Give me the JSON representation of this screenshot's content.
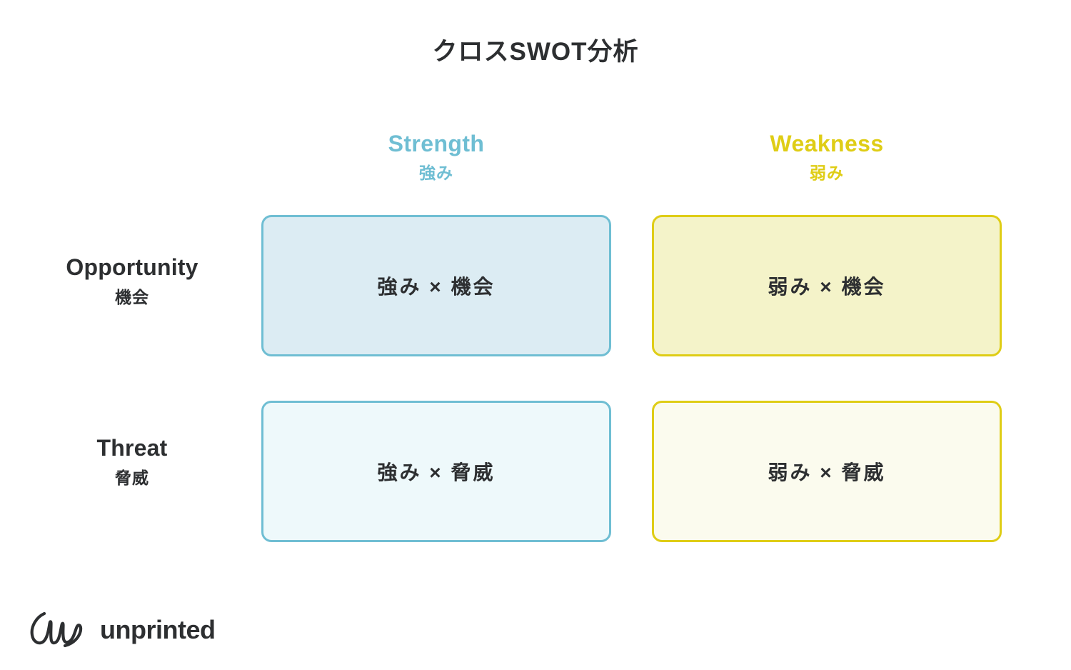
{
  "title": "クロスSWOT分析",
  "columns": [
    {
      "key": "strength",
      "en": "Strength",
      "ja": "強み",
      "color": "#6fbed3"
    },
    {
      "key": "weakness",
      "en": "Weakness",
      "ja": "弱み",
      "color": "#dfcd16"
    }
  ],
  "rows": [
    {
      "key": "opportunity",
      "en": "Opportunity",
      "ja": "機会"
    },
    {
      "key": "threat",
      "en": "Threat",
      "ja": "脅威"
    }
  ],
  "cells": {
    "so": {
      "text": "強み × 機会",
      "fill": "#dcecf3",
      "border": "#6fbed3"
    },
    "wo": {
      "text": "弱み × 機会",
      "fill": "#f4f3c9",
      "border": "#dfcd16"
    },
    "st": {
      "text": "強み × 脅威",
      "fill": "#eef9fb",
      "border": "#6fbed3"
    },
    "wt": {
      "text": "弱み × 脅威",
      "fill": "#fbfbee",
      "border": "#dfcd16"
    }
  },
  "brand": {
    "name": "unprinted",
    "mark": "un-cursive-monogram"
  },
  "theme": {
    "background": "#ffffff",
    "text": "#2d2f31",
    "strength_accent": "#6fbed3",
    "weakness_accent": "#dfcd16"
  }
}
